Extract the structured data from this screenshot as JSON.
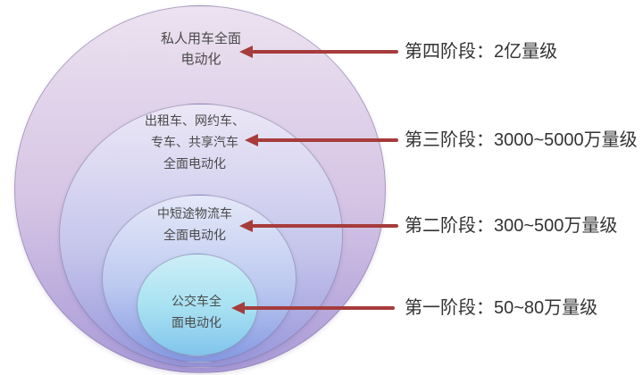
{
  "colors": {
    "arrow": "#a63c3c",
    "label_text": "#333333",
    "ring_text": "#4a4a4a",
    "ring1_top": "#ece2f0",
    "ring1_mid": "#d5c3e4",
    "ring1_bottom": "#a89ad8",
    "ring2_top": "#ece7f6",
    "ring2_mid": "#c6c6ec",
    "ring2_bottom": "#9795da",
    "ring3_top": "#e5e8f8",
    "ring3_mid": "#bcc9f0",
    "ring3_bottom": "#8599e2",
    "ring4_top": "#cdeef7",
    "ring4_mid": "#a9e2f2",
    "ring4_bottom": "#82c4ec"
  },
  "rings": [
    {
      "stage": 4,
      "text": "私人用车全面\n电动化"
    },
    {
      "stage": 3,
      "text": "出租车、网约车、\n专车、共享汽车\n全面电动化"
    },
    {
      "stage": 2,
      "text": "中短途物流车\n全面电动化"
    },
    {
      "stage": 1,
      "text": "公交车全\n面电动化"
    }
  ],
  "callouts": [
    {
      "stage": 4,
      "label": "第四阶段：2亿量级"
    },
    {
      "stage": 3,
      "label": "第三阶段：3000~5000万量级"
    },
    {
      "stage": 2,
      "label": "第二阶段：300~500万量级"
    },
    {
      "stage": 1,
      "label": "第一阶段：50~80万量级"
    }
  ]
}
